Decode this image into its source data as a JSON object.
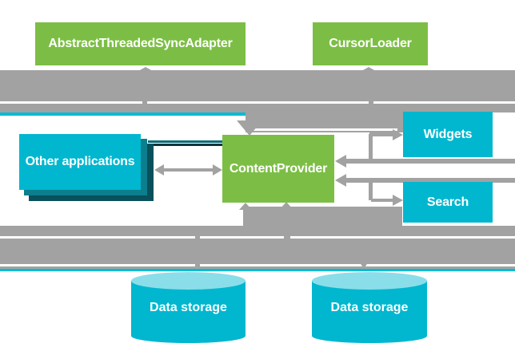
{
  "diagram": {
    "nodes": {
      "sync_adapter": {
        "label": "AbstractThreadedSyncAdapter"
      },
      "cursor_loader": {
        "label": "CursorLoader"
      },
      "other_applications": {
        "label": "Other applications"
      },
      "content_provider": {
        "label": "ContentProvider"
      },
      "widgets": {
        "label": "Widgets"
      },
      "search": {
        "label": "Search"
      },
      "data_storage_left": {
        "label": "Data storage"
      },
      "data_storage_right": {
        "label": "Data storage"
      }
    },
    "colors": {
      "green": "#7CBE45",
      "cyan": "#00B7CF",
      "cyan_light": "#8ADEE9",
      "cyan_line": "#00BCD4",
      "gray": "#A2A2A2",
      "teal_mid": "#0C7F8E",
      "teal_dark": "#07505C",
      "line_dark1": "#0B6B79",
      "line_dark2": "#06353C",
      "label": "#FFFFFF"
    }
  }
}
